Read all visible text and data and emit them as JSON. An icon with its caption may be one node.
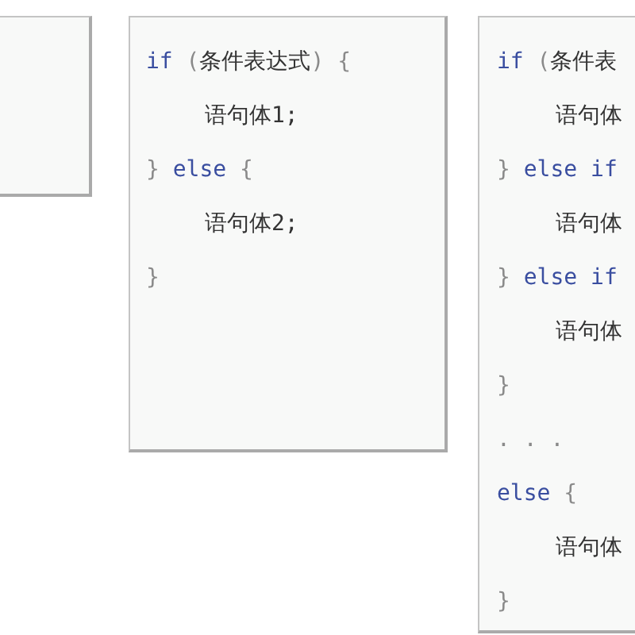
{
  "diagram": {
    "nodes": [
      {
        "text": [],
        "shape": "box"
      },
      {
        "text": [
          "if (条件表达式) {",
          "语句体1;",
          "} else {",
          "语句体2;",
          "}"
        ]
      },
      {
        "text": [
          "if (条件表",
          "语句体",
          "} else if",
          "语句体",
          "} else if",
          "语句体",
          "}",
          ". . .",
          "else {",
          "语句体",
          "}"
        ]
      }
    ]
  }
}
